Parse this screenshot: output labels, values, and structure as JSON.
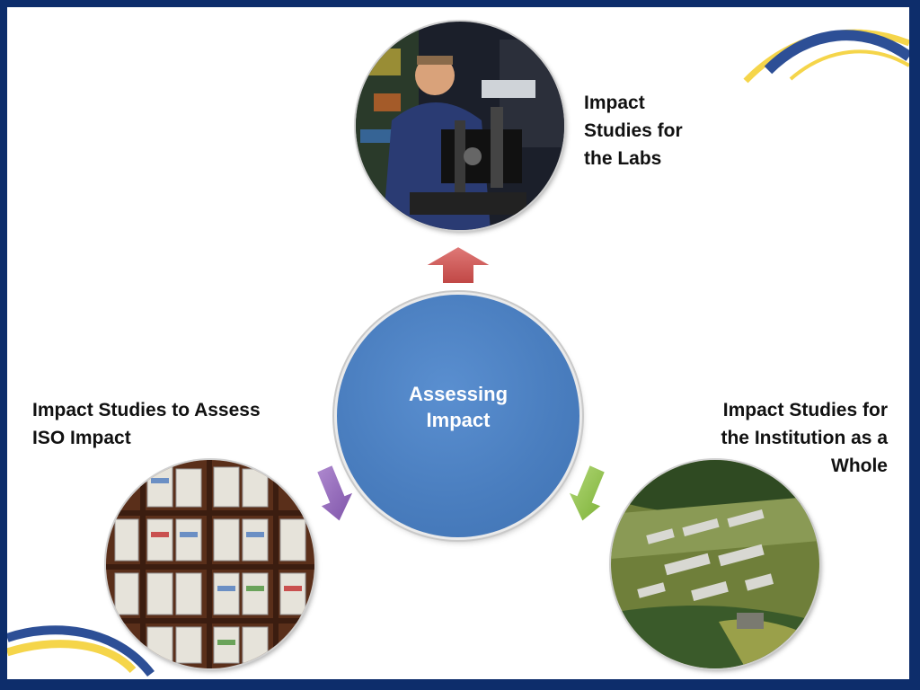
{
  "center": {
    "text": "Assessing Impact"
  },
  "labels": {
    "labs": "Impact Studies for the Labs",
    "iso": "Impact Studies to Assess ISO Impact",
    "institution": "Impact Studies for the Institution as a Whole"
  },
  "colors": {
    "frame": "#0d2d6b",
    "center_fill": "#4a7ebf",
    "arrow_up": "#c9504f",
    "arrow_left": "#8e63b4",
    "arrow_right": "#8cbf3f",
    "swoosh_blue": "#2d4f96",
    "swoosh_yellow": "#f5d54a"
  }
}
